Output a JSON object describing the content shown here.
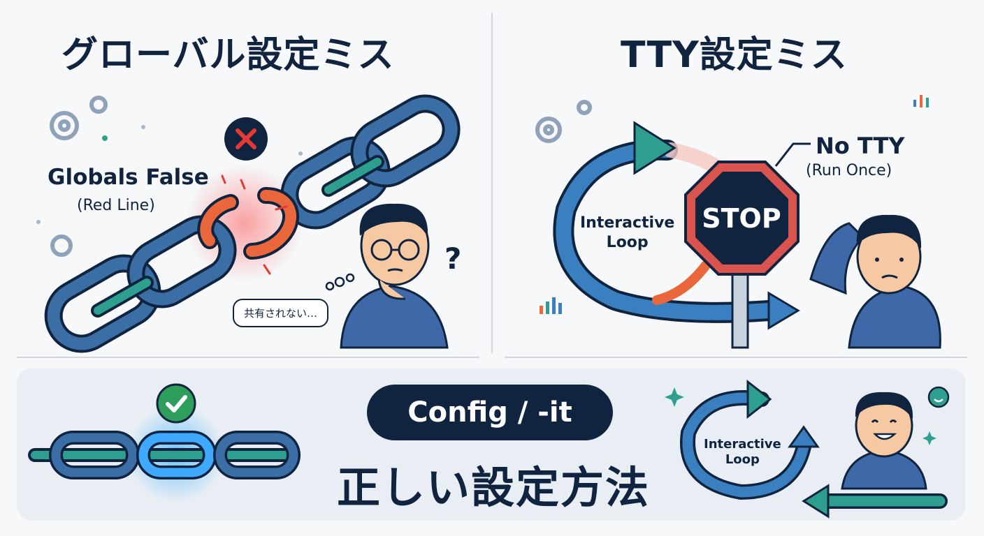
{
  "left_panel": {
    "title": "グローバル設定ミス",
    "label": "Globals False",
    "sublabel": "(Red Line)",
    "bubble": "共有されない…"
  },
  "right_panel": {
    "title": "TTY設定ミス",
    "label": "No TTY",
    "sublabel": "(Run Once)",
    "loop_label_line1": "Interactive",
    "loop_label_line2": "Loop",
    "stop_sign": "STOP"
  },
  "bottom_panel": {
    "pill": "Config / -it",
    "title": "正しい設定方法",
    "loop_label_line1": "Interactive",
    "loop_label_line2": "Loop"
  },
  "colors": {
    "navy": "#10233f",
    "chain_blue": "#3a6ea5",
    "teal": "#2e9e8f",
    "error_red": "#e53935",
    "broken_orange": "#e9673a",
    "success_green": "#2e9e5b",
    "glow_blue": "#2f8fe8"
  },
  "icons": [
    "gear-icon",
    "error-x-icon",
    "question-mark-icon",
    "stop-sign-icon",
    "check-icon",
    "loop-arrow-icon",
    "chat-smile-icon",
    "sparkle-icon"
  ]
}
